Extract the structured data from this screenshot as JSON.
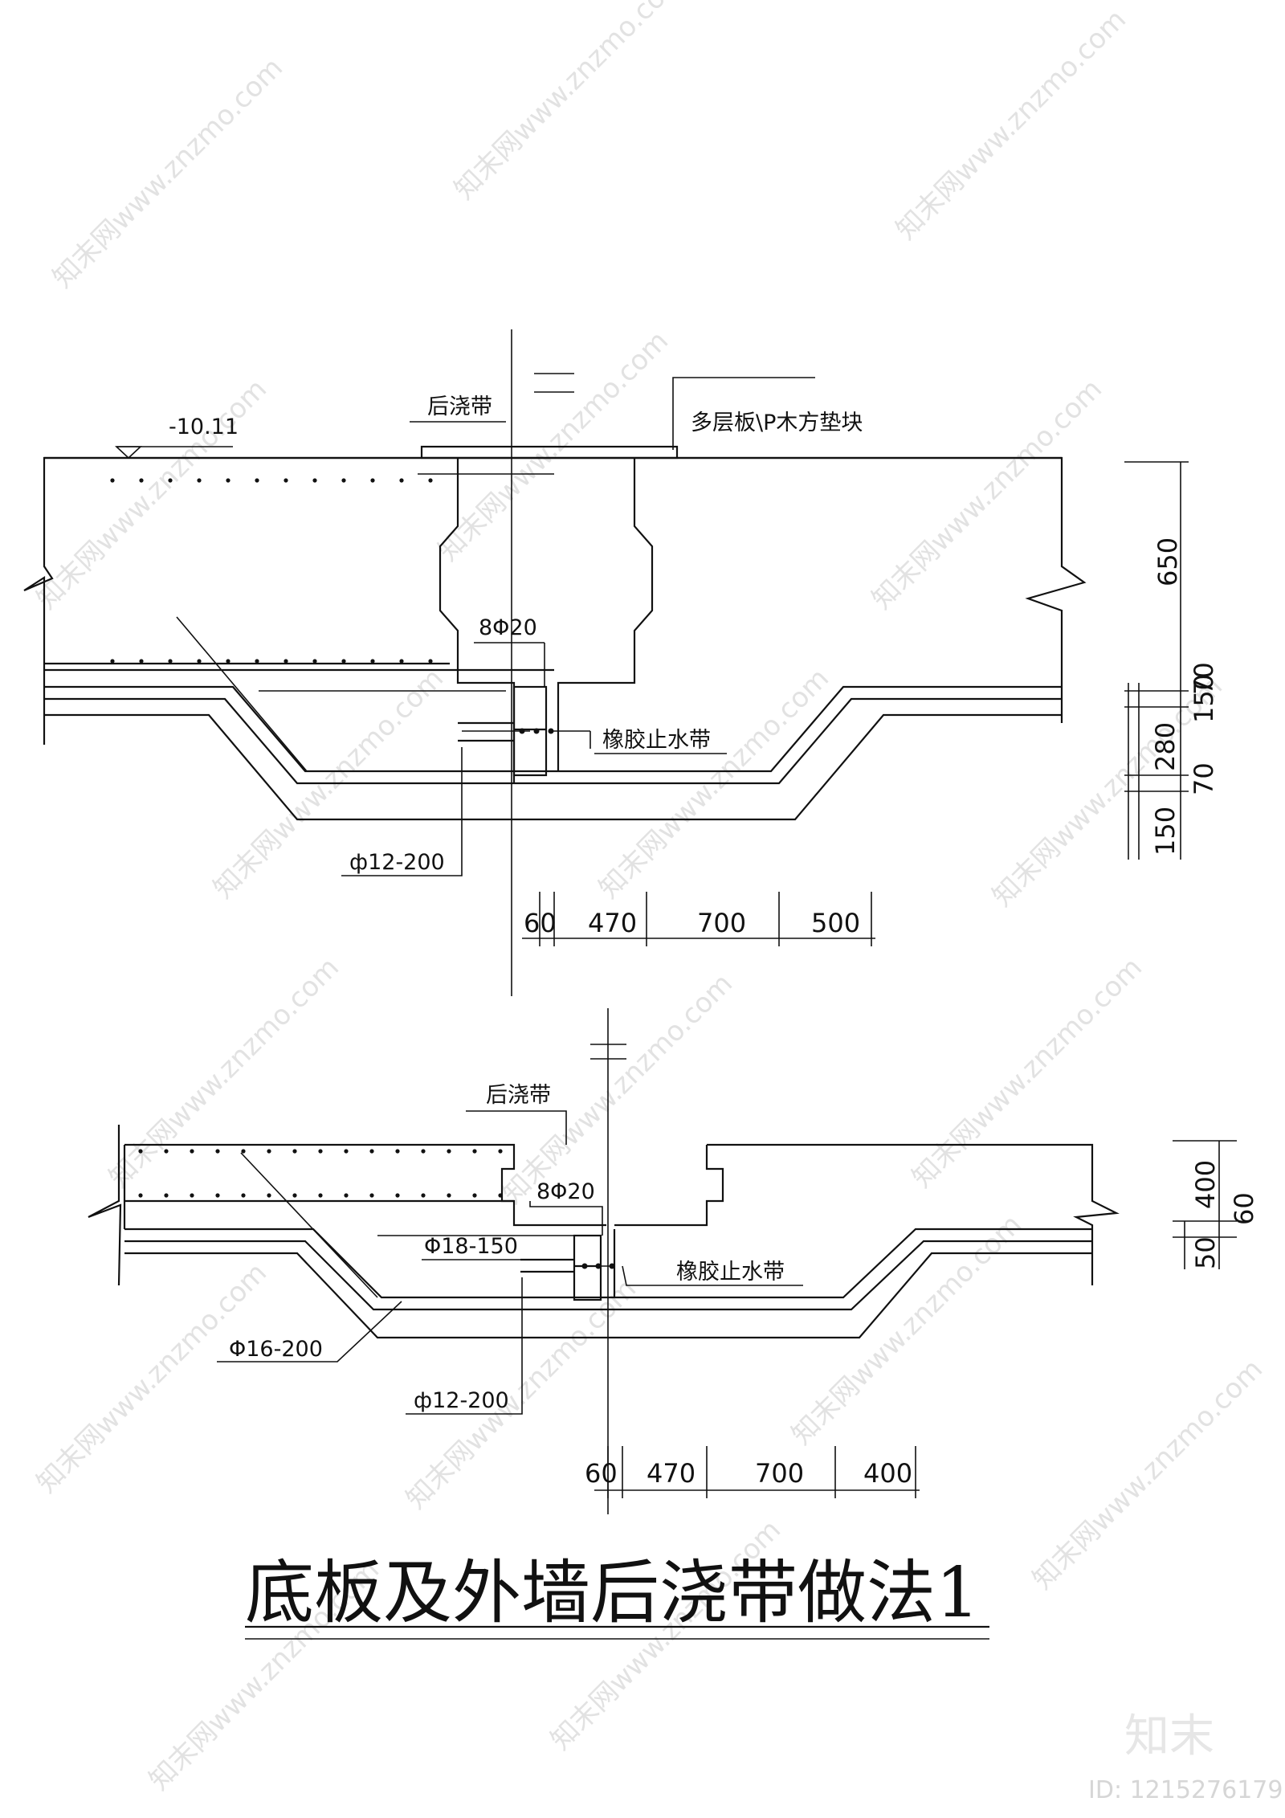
{
  "title": "底板及外墙后浇带做法1",
  "watermark": {
    "text": "知末网www.znzmo.com",
    "logo": "知末",
    "id": "ID: 1215276179"
  },
  "detail_top": {
    "elevation": "-10.11",
    "label_post_cast_strip": "后浇带",
    "label_formwork": "多层板\\P木方垫块",
    "label_rebar_main": "8Φ20",
    "label_waterstop": "橡胶止水带",
    "label_rebar_dist": "ф12-200",
    "dims_vertical": [
      "650",
      "70",
      "150",
      "280",
      "70",
      "150"
    ],
    "dims_horizontal": [
      "60",
      "470",
      "700",
      "500"
    ]
  },
  "detail_bottom": {
    "label_post_cast_strip": "后浇带",
    "label_rebar_main": "8Φ20",
    "label_rebar_a": "Φ18-150",
    "label_waterstop": "橡胶止水带",
    "label_rebar_b": "Φ16-200",
    "label_rebar_c": "ф12-200",
    "dims_vertical": [
      "400",
      "60",
      "50"
    ],
    "dims_horizontal": [
      "60",
      "470",
      "700",
      "400"
    ]
  }
}
